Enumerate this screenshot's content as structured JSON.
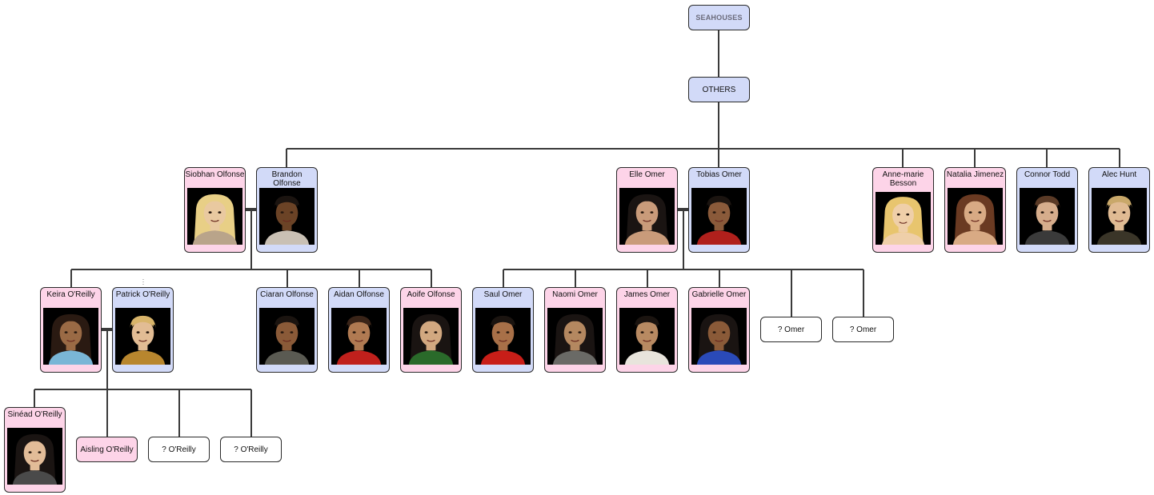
{
  "tree": {
    "root": {
      "label": "SEAHOUSES"
    },
    "group": {
      "label": "OTHERS"
    },
    "people": {
      "siobhan": {
        "name": "Siobhan Olfonse",
        "gender": "female"
      },
      "brandon": {
        "name": "Brandon Olfonse",
        "gender": "male"
      },
      "elle": {
        "name": "Elle Omer",
        "gender": "female"
      },
      "tobias": {
        "name": "Tobias Omer",
        "gender": "male"
      },
      "anne": {
        "name": "Anne-marie Besson",
        "gender": "female"
      },
      "natalia": {
        "name": "Natalia Jimenez",
        "gender": "female"
      },
      "connor": {
        "name": "Connor Todd",
        "gender": "male"
      },
      "alec": {
        "name": "Alec Hunt",
        "gender": "male"
      },
      "keira": {
        "name": "Keira O'Reilly",
        "gender": "female"
      },
      "patrick": {
        "name": "Patrick O'Reilly",
        "gender": "male"
      },
      "ciaran": {
        "name": "Ciaran Olfonse",
        "gender": "male"
      },
      "aidan": {
        "name": "Aidan Olfonse",
        "gender": "male"
      },
      "aoife": {
        "name": "Aoife Olfonse",
        "gender": "female"
      },
      "saul": {
        "name": "Saul Omer",
        "gender": "male"
      },
      "naomi": {
        "name": "Naomi Omer",
        "gender": "female"
      },
      "james": {
        "name": "James Omer",
        "gender": "female"
      },
      "gabrielle": {
        "name": "Gabrielle Omer",
        "gender": "female"
      },
      "unk_omer_1": {
        "name": "? Omer",
        "gender": "unknown"
      },
      "unk_omer_2": {
        "name": "? Omer",
        "gender": "unknown"
      },
      "sinead": {
        "name": "Sinéad O'Reilly",
        "gender": "female"
      },
      "aisling": {
        "name": "Aisling O'Reilly",
        "gender": "female"
      },
      "unk_oreilly_1": {
        "name": "? O'Reilly",
        "gender": "unknown"
      },
      "unk_oreilly_2": {
        "name": "? O'Reilly",
        "gender": "unknown"
      }
    }
  },
  "colors": {
    "female_fill": "#fdd4e8",
    "male_fill": "#d2daf8",
    "unknown_fill": "#ffffff",
    "line": "#3a3a3a"
  }
}
